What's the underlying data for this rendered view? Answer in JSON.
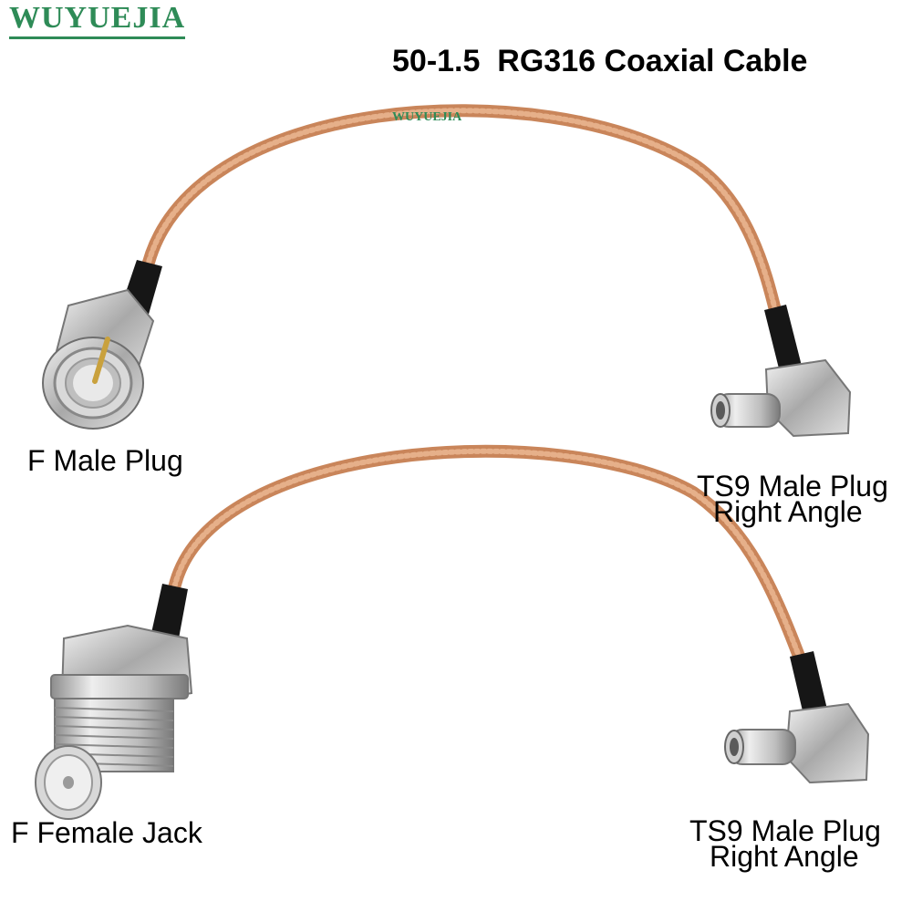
{
  "brand": "WUYUEJIA",
  "title": "50-1.5  RG316 Coaxial Cable",
  "cable_watermark": "WUYUEJIA",
  "colors": {
    "brand": "#2e8b57",
    "cable": "#d69a72",
    "boot": "#161616",
    "metal": "#c9c9c9"
  },
  "cable1": {
    "left_label": "F Male Plug",
    "right_label_line1": "TS9 Male Plug",
    "right_label_line2": "Right Angle"
  },
  "cable2": {
    "left_label": "F Female Jack",
    "right_label_line1": "TS9 Male Plug",
    "right_label_line2": "Right Angle"
  }
}
